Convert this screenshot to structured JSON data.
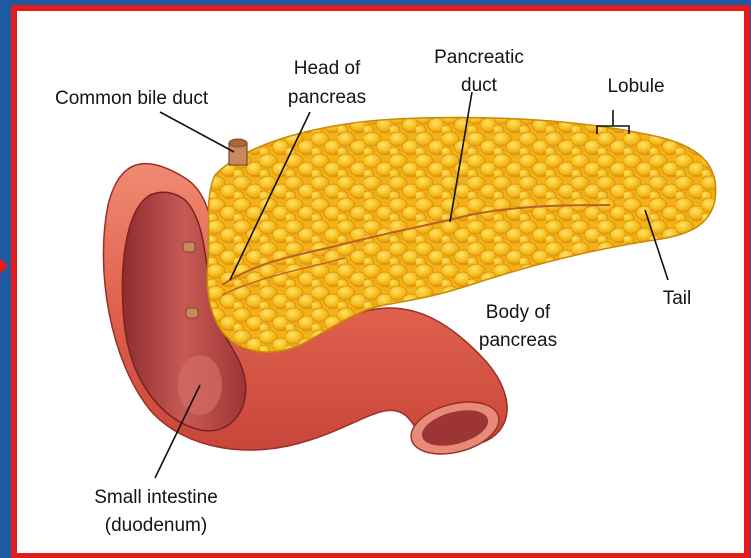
{
  "colors": {
    "slide_background": "#1d5aa0",
    "frame_border": "#e31b1b",
    "panel_background": "#ffffff",
    "pancreas_fill": "#f7c12a",
    "pancreas_lobule": "#f4ad12",
    "intestine_fill": "#e0614e",
    "intestine_inner": "#b83c3c"
  },
  "labels": {
    "common_bile_duct": "Common bile duct",
    "head_line1": "Head of",
    "head_line2": "pancreas",
    "pancreatic_duct_line1": "Pancreatic",
    "pancreatic_duct_line2": "duct",
    "lobule": "Lobule",
    "tail": "Tail",
    "body_line1": "Body of",
    "body_line2": "pancreas",
    "small_intestine_line1": "Small intestine",
    "small_intestine_line2": "(duodenum)"
  }
}
